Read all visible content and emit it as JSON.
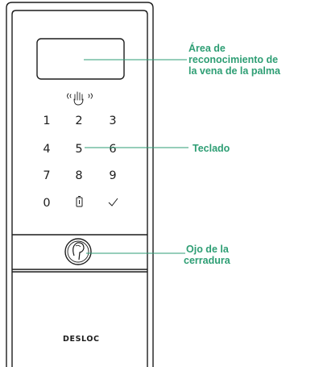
{
  "device": {
    "keys": [
      "1",
      "2",
      "3",
      "4",
      "5",
      "6",
      "7",
      "8",
      "9",
      "0"
    ],
    "brand": "DESLOC"
  },
  "callouts": {
    "palm_area": [
      "Área de",
      "reconocimiento de",
      "la vena de la palma"
    ],
    "keypad": "Teclado",
    "lock_eye": [
      "Ojo de la",
      "cerradura"
    ]
  },
  "icons": {
    "palm": "hand-wave-icon",
    "battery": "battery-icon",
    "confirm": "checkmark-icon",
    "lock": "keyhole-icon"
  },
  "colors": {
    "callout": "#2e9e74",
    "outline": "#1c1c1c"
  }
}
